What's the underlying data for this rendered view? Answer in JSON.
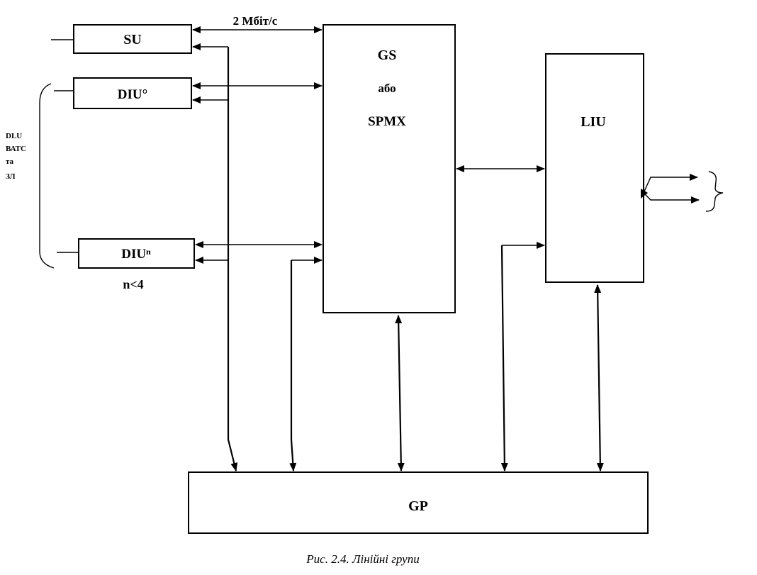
{
  "blocks": {
    "su": "SU",
    "diu0": "DIU°",
    "diun": "DIUⁿ",
    "gs": "GS",
    "gs_or": "або",
    "spmx": "SPMX",
    "liu": "LIU",
    "gp": "GP"
  },
  "labels": {
    "rate": "2 Мбіт/с",
    "n_limit": "n<4",
    "side_line1": "DLU",
    "side_line2": "ВАТС",
    "side_line3": "та",
    "side_line4": "ЗЛ"
  },
  "caption": "Рис. 2.4.  Лінійні групи"
}
